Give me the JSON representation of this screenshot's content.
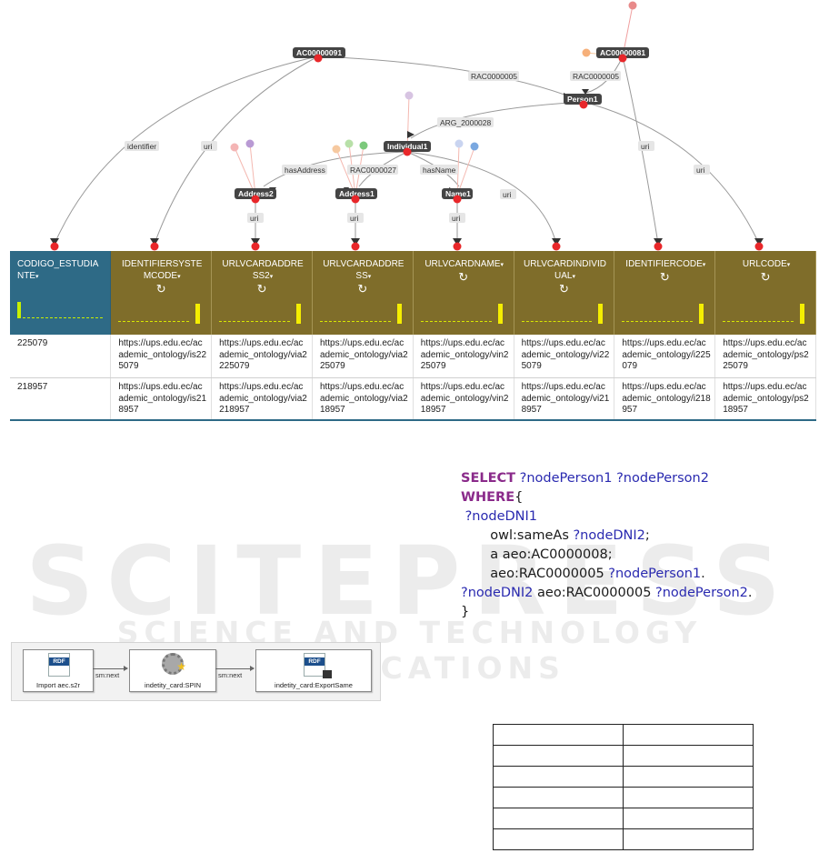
{
  "watermark": {
    "title": "SCITEPRESS",
    "subtitle": "SCIENCE AND TECHNOLOGY PUBLICATIONS"
  },
  "graph": {
    "nodes": {
      "ac91": "AC00000091",
      "ac81": "AC00000081",
      "person1": "Person1",
      "individual1": "Individual1",
      "address2": "Address2",
      "address1": "Address1",
      "name1": "Name1"
    },
    "edges": {
      "rac5_a": "RAC0000005",
      "rac5_b": "RAC0000005",
      "arg": "ARG_2000028",
      "identifier": "identifier",
      "uri_ac91": "uri",
      "has_address": "hasAddress",
      "rac27": "RAC0000027",
      "has_name": "hasName",
      "uri_ind": "uri",
      "uri_ac81": "uri",
      "uri_p1": "uri",
      "uri_addr2": "uri",
      "uri_addr1": "uri",
      "uri_name1": "uri"
    }
  },
  "table": {
    "columns": [
      {
        "label": "CODIGO_ESTUDIANTE"
      },
      {
        "label": "IDENTIFIERSYSTEMCODE"
      },
      {
        "label": "URLVCARDADDRESS2"
      },
      {
        "label": "URLVCARDADDRESS"
      },
      {
        "label": "URLVCARDNAME"
      },
      {
        "label": "URLVCARDINDIVIDUAL"
      },
      {
        "label": "IDENTIFIERCODE"
      },
      {
        "label": "URLCODE"
      }
    ],
    "rows": [
      [
        "225079",
        "https://ups.edu.ec/academic_ontology/is225079",
        "https://ups.edu.ec/academic_ontology/via2225079",
        "https://ups.edu.ec/academic_ontology/via225079",
        "https://ups.edu.ec/academic_ontology/vin225079",
        "https://ups.edu.ec/academic_ontology/vi225079",
        "https://ups.edu.ec/academic_ontology/i225079",
        "https://ups.edu.ec/academic_ontology/ps225079"
      ],
      [
        "218957",
        "https://ups.edu.ec/academic_ontology/is218957",
        "https://ups.edu.ec/academic_ontology/via2218957",
        "https://ups.edu.ec/academic_ontology/via218957",
        "https://ups.edu.ec/academic_ontology/vin218957",
        "https://ups.edu.ec/academic_ontology/vi218957",
        "https://ups.edu.ec/academic_ontology/i218957",
        "https://ups.edu.ec/academic_ontology/ps218957"
      ]
    ],
    "caret": "▾",
    "refresh": "↻"
  },
  "sparql": {
    "select_kw": "SELECT",
    "select_vars": "?nodePerson1 ?nodePerson2",
    "where_kw": "WHERE",
    "brace_open": "{",
    "node_dni1": "?nodeDNI1",
    "same_as": "owl:sameAs ",
    "node_dni2_a": "?nodeDNI2",
    "semi1": ";",
    "type_line": "a aeo:AC0000008;",
    "rac_pred": "aeo:RAC0000005 ",
    "node_person1": "?nodePerson1",
    "dot1": ".",
    "node_dni2_b": "?nodeDNI2",
    "rac_pred2": " aeo:RAC0000005 ",
    "node_person2": "?nodePerson2",
    "dot2": ".",
    "brace_close": "}"
  },
  "pipeline": {
    "steps": [
      "Import aec.s2r",
      "indetity_card:SPIN",
      "indetity_card:ExportSame"
    ],
    "edge_label": "sm:next",
    "rdf_badge": "RDF"
  },
  "colors": {
    "header_blue": "#2e6a86",
    "header_olive": "#7f6d2a",
    "node_red": "#e8272a",
    "keyword_purple": "#8a2a8a",
    "variable_blue": "#2a2ab0"
  }
}
